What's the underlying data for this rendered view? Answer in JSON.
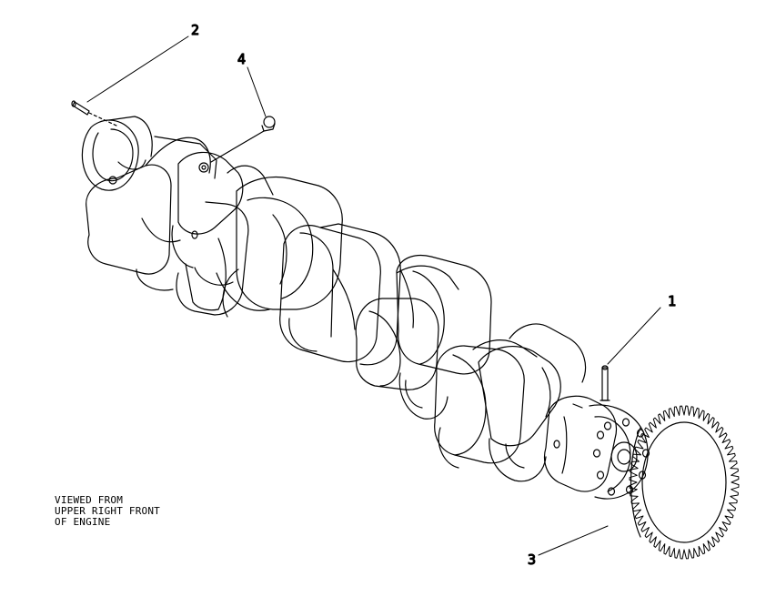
{
  "callouts": {
    "c1": "1",
    "c2": "2",
    "c3": "3",
    "c4": "4"
  },
  "note": {
    "line1": "VIEWED FROM",
    "line2": "UPPER RIGHT FRONT",
    "line3": "OF ENGINE"
  },
  "colors": {
    "line": "#000000",
    "background": "#ffffff"
  }
}
